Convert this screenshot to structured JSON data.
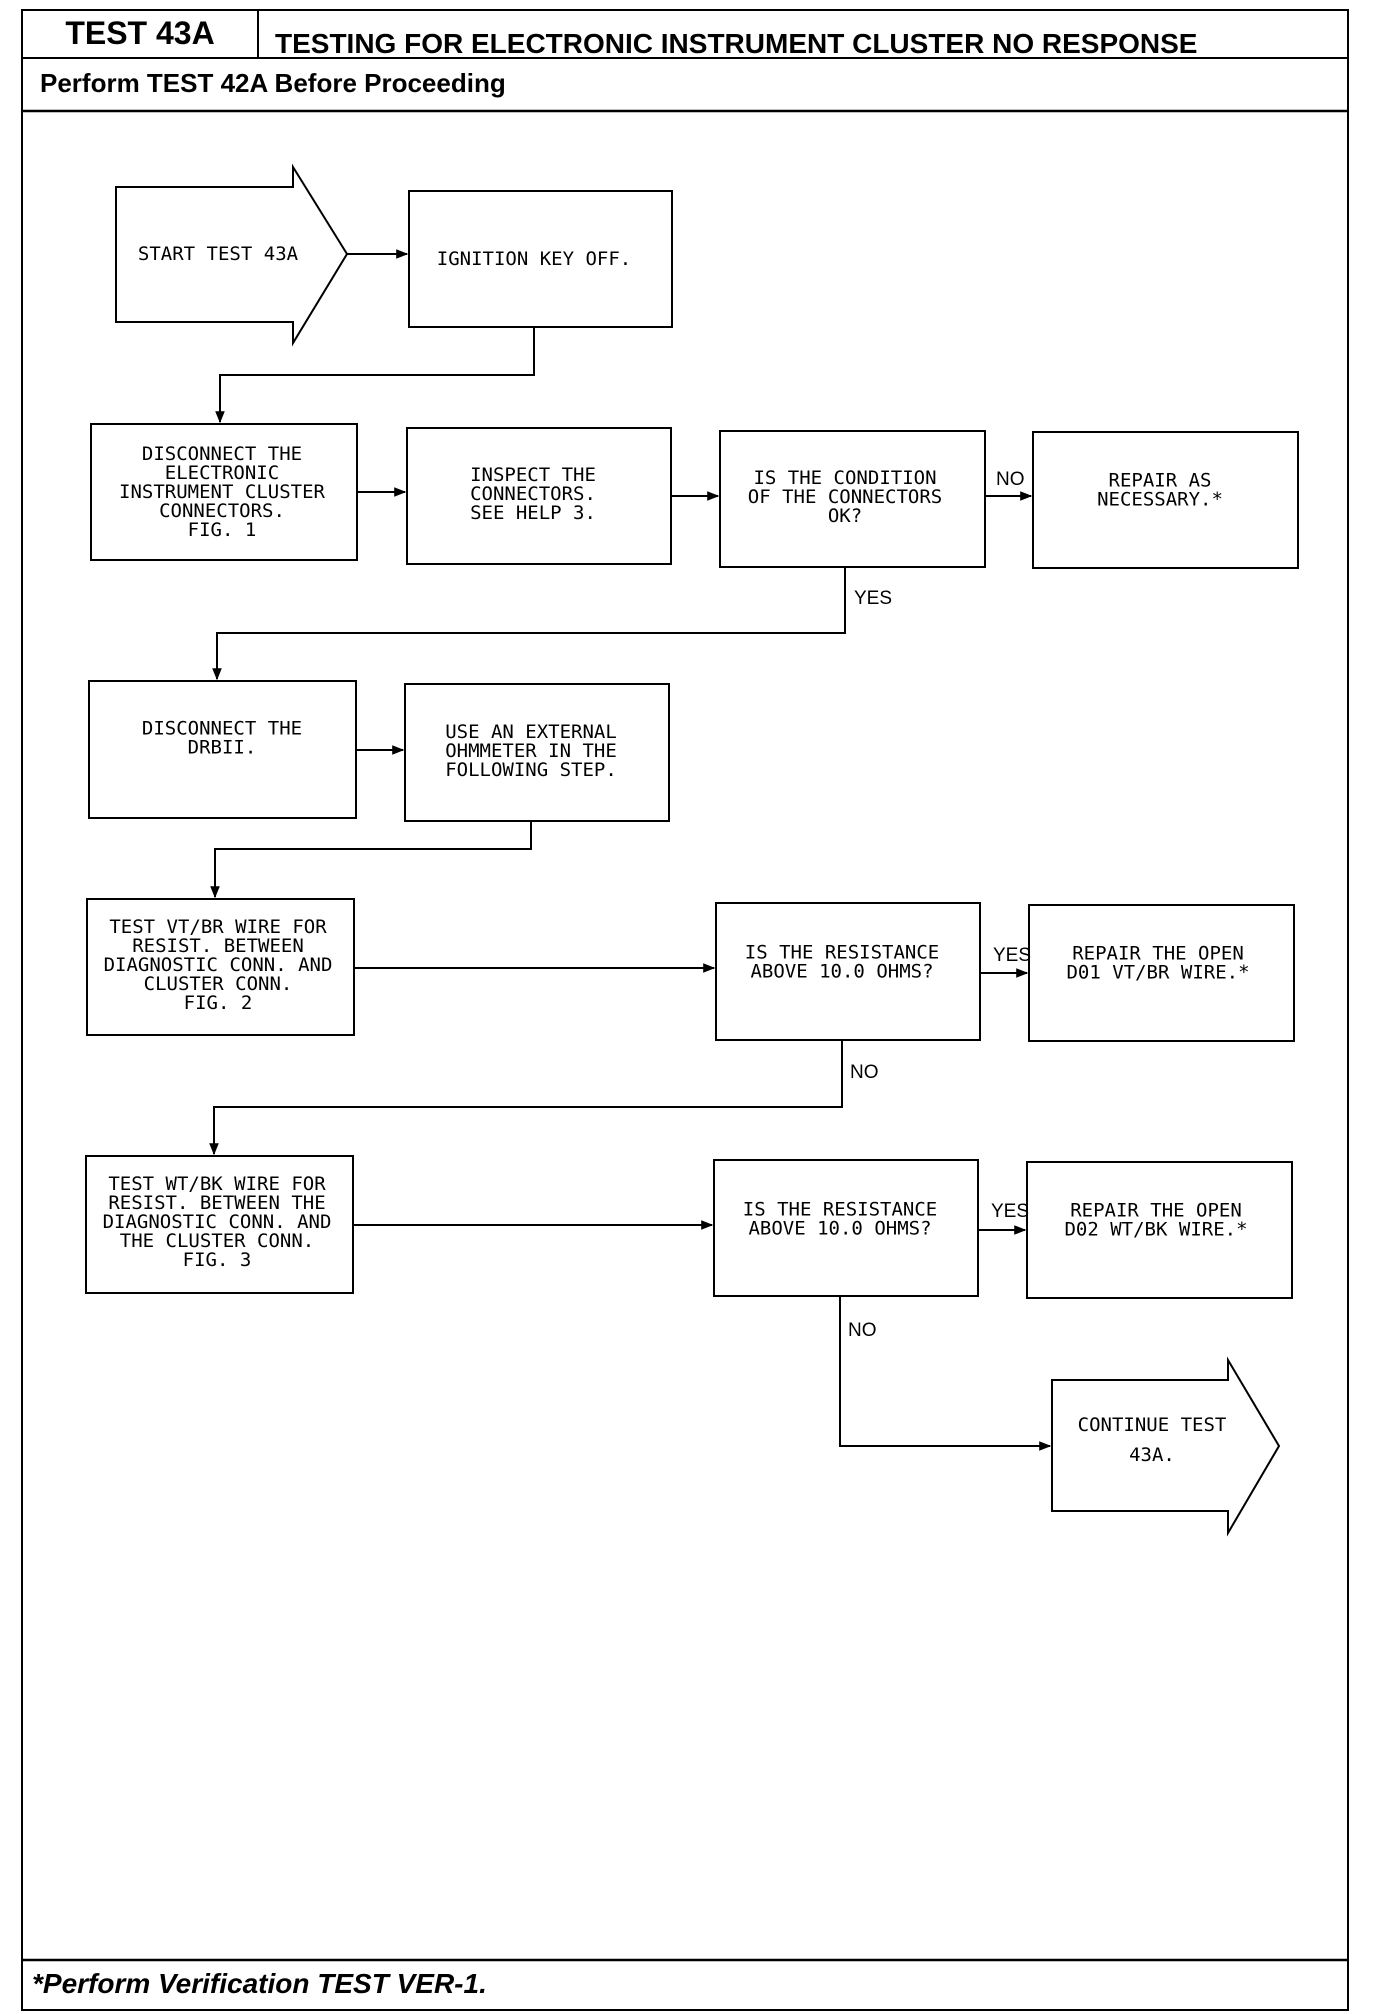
{
  "header": {
    "test_id": "TEST 43A",
    "title": "TESTING FOR ELECTRONIC INSTRUMENT CLUSTER NO RESPONSE",
    "subtitle": "Perform TEST 42A Before Proceeding"
  },
  "footer": {
    "note": "*Perform Verification TEST VER-1."
  },
  "flow": {
    "start": [
      "START TEST 43A"
    ],
    "ignition": [
      "IGNITION KEY OFF."
    ],
    "disconnect_cluster": [
      "DISCONNECT THE",
      "ELECTRONIC",
      "INSTRUMENT CLUSTER",
      "CONNECTORS.",
      "FIG. 1"
    ],
    "inspect": [
      "INSPECT THE",
      "CONNECTORS.",
      "SEE HELP 3."
    ],
    "condition_q": [
      "IS THE CONDITION",
      "OF THE CONNECTORS",
      "OK?"
    ],
    "repair_necessary": [
      "REPAIR AS",
      "NECESSARY.*"
    ],
    "disconnect_drb": [
      "DISCONNECT THE",
      "DRBII."
    ],
    "ohmmeter": [
      "USE AN EXTERNAL",
      "OHMMETER IN THE",
      "FOLLOWING STEP."
    ],
    "test_vtbr": [
      "TEST VT/BR WIRE FOR",
      "RESIST. BETWEEN",
      "DIAGNOSTIC CONN. AND",
      "CLUSTER CONN.",
      "FIG. 2"
    ],
    "resistance_q1": [
      "IS THE RESISTANCE",
      "ABOVE 10.0 OHMS?"
    ],
    "repair_d01": [
      "REPAIR THE OPEN",
      "D01 VT/BR WIRE.*"
    ],
    "test_wtbk": [
      "TEST WT/BK WIRE FOR",
      "RESIST. BETWEEN THE",
      "DIAGNOSTIC CONN. AND",
      "THE CLUSTER CONN.",
      "FIG. 3"
    ],
    "resistance_q2": [
      "IS THE RESISTANCE",
      "ABOVE 10.0 OHMS?"
    ],
    "repair_d02": [
      "REPAIR THE OPEN",
      "D02 WT/BK WIRE.*"
    ],
    "continue": [
      "CONTINUE TEST",
      "43A."
    ]
  },
  "labels": {
    "no_1": "NO",
    "yes_1": "YES",
    "yes_2": "YES",
    "no_2": "NO",
    "yes_3": "YES",
    "no_3": "NO"
  }
}
